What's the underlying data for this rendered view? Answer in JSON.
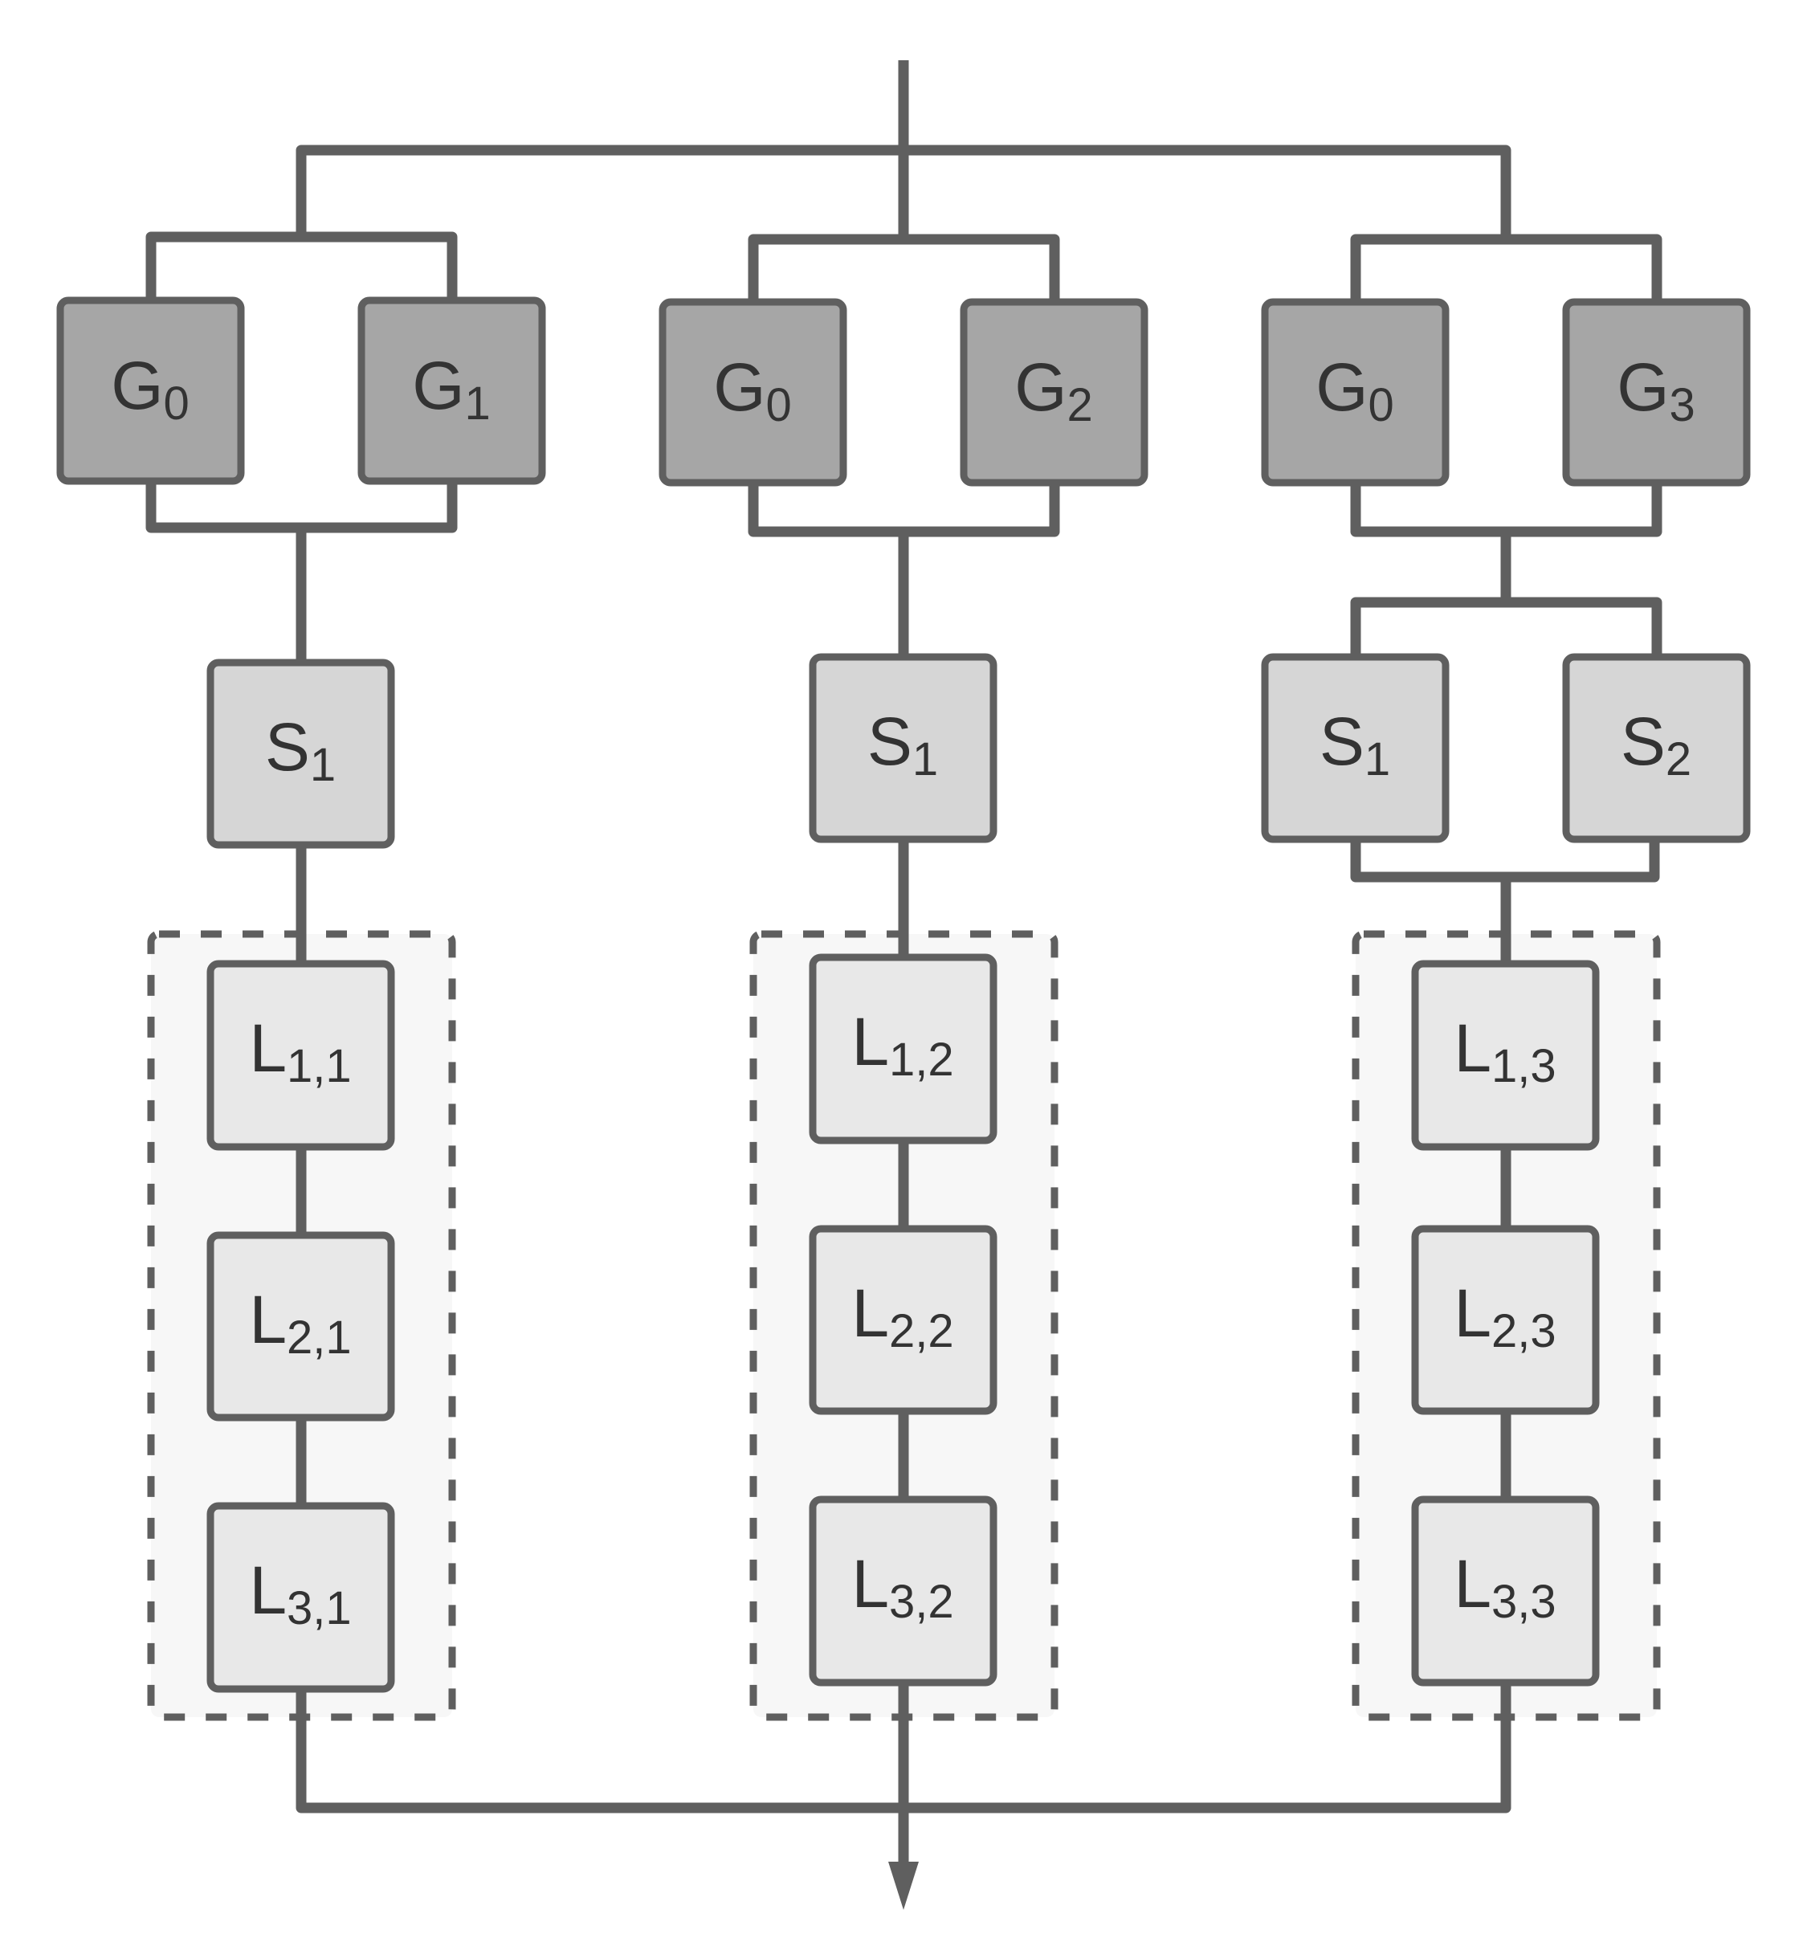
{
  "columns": [
    {
      "gates": [
        {
          "base": "G",
          "sub": "0"
        },
        {
          "base": "G",
          "sub": "1"
        }
      ],
      "selectors": [
        {
          "base": "S",
          "sub": "1"
        }
      ],
      "layers": [
        {
          "base": "L",
          "sub": "1,1"
        },
        {
          "base": "L",
          "sub": "2,1"
        },
        {
          "base": "L",
          "sub": "3,1"
        }
      ]
    },
    {
      "gates": [
        {
          "base": "G",
          "sub": "0"
        },
        {
          "base": "G",
          "sub": "2"
        }
      ],
      "selectors": [
        {
          "base": "S",
          "sub": "1"
        }
      ],
      "layers": [
        {
          "base": "L",
          "sub": "1,2"
        },
        {
          "base": "L",
          "sub": "2,2"
        },
        {
          "base": "L",
          "sub": "3,2"
        }
      ]
    },
    {
      "gates": [
        {
          "base": "G",
          "sub": "0"
        },
        {
          "base": "G",
          "sub": "3"
        }
      ],
      "selectors": [
        {
          "base": "S",
          "sub": "1"
        },
        {
          "base": "S",
          "sub": "2"
        }
      ],
      "layers": [
        {
          "base": "L",
          "sub": "1,3"
        },
        {
          "base": "L",
          "sub": "2,3"
        },
        {
          "base": "L",
          "sub": "3,3"
        }
      ]
    }
  ],
  "colors": {
    "line": "#5f5f5f",
    "gate_fill": "#a6a6a6",
    "selector_fill": "#d6d6d6",
    "layer_fill": "#e8e8e8",
    "group_fill": "#f7f7f7",
    "text": "#333333"
  }
}
